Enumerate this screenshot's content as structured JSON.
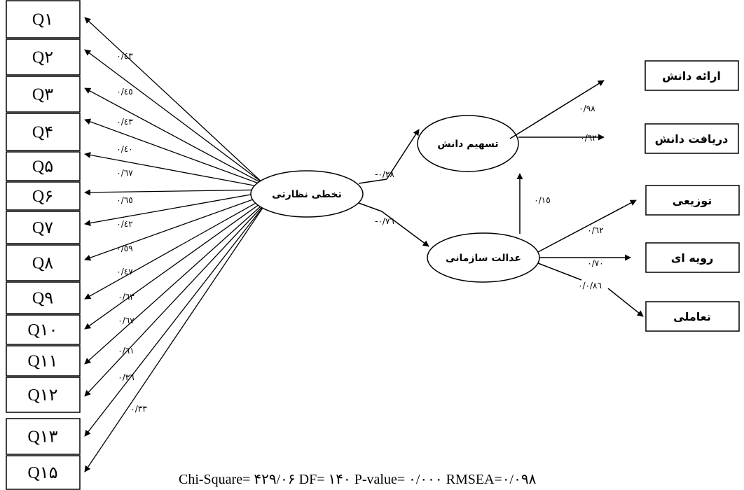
{
  "diagram": {
    "observed": [
      "Q١",
      "Q٢",
      "Q٣",
      "Q۴",
      "Q۵",
      "Q۶",
      "Q٧",
      "Q٨",
      "Q٩",
      "Q١٠",
      "Q١١",
      "Q١٢",
      "Q١٣",
      "Q١۵"
    ],
    "loadings": [
      "۰/٤٣",
      "۰/٤٥",
      "۰/٤٣",
      "۰/٤۰",
      "۰/٦٧",
      "۰/٦٥",
      "۰/٤٢",
      "۰/٥٩",
      "۰/٤٧",
      "۰/٦٣",
      "۰/٦٧",
      "۰/٦١",
      "۰/٣٦",
      "۰/٣٣"
    ],
    "latent": {
      "supervision": "تخطی نظارتی",
      "knowledge_sharing": "تسهیم دانش",
      "org_justice": "عدالت سازمانی"
    },
    "paths": {
      "supervision_to_sharing": "-۰/٢٨",
      "supervision_to_justice": "-۰/٧٦",
      "justice_to_sharing": "۰/١٥"
    },
    "sharing_indicators": [
      {
        "label": "ارائه دانش",
        "coef": "۰/٩٨"
      },
      {
        "label": "دریافت دانش",
        "coef": "۰/٦٢"
      }
    ],
    "justice_indicators": [
      {
        "label": "توزیعی",
        "coef": "۰/٦٢"
      },
      {
        "label": "رویه ای",
        "coef": "۰/٧۰"
      },
      {
        "label": "تعاملی",
        "coef": "۰/۰/٨٦"
      }
    ],
    "fit_stats": "Chi-Square= ۴٢٩/۰۶ DF= ١۴۰ P-value= ۰/۰۰۰ RMSEA=۰/۰٩٨"
  }
}
